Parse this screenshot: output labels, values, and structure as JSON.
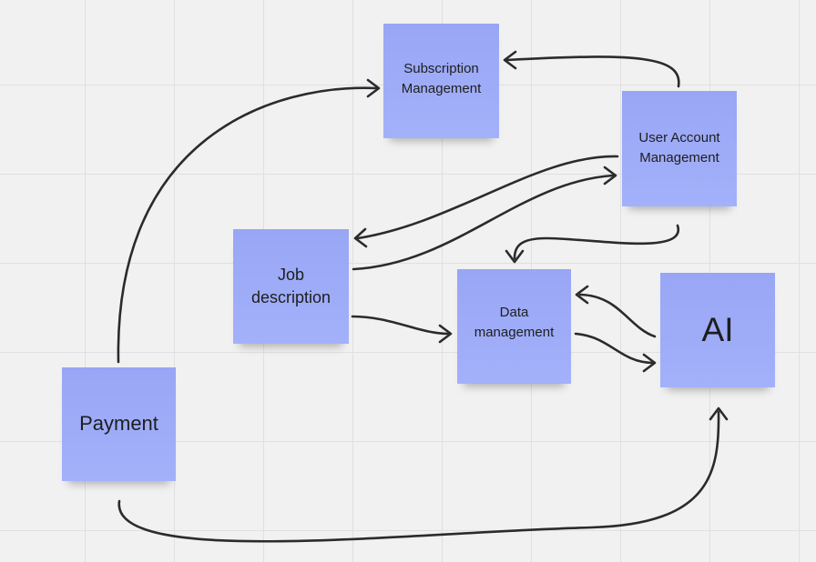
{
  "board": {
    "notes": {
      "subscription": {
        "text": "Subscription\nManagement"
      },
      "user_account": {
        "text": "User Account\nManagement"
      },
      "job_description": {
        "text": "Job\ndescription"
      },
      "data_management": {
        "text": "Data\nmanagement"
      },
      "ai": {
        "text": "AI"
      },
      "payment": {
        "text": "Payment"
      }
    },
    "note_color": "#9dabf8",
    "connector_color": "#2b2b2b",
    "grid_color": "#e0e0e0",
    "background_color": "#f1f1f1",
    "connectors": [
      {
        "from": "payment",
        "to": "subscription"
      },
      {
        "from": "user_account",
        "to": "subscription"
      },
      {
        "from": "user_account",
        "to": "job_description"
      },
      {
        "from": "job_description",
        "to": "user_account"
      },
      {
        "from": "user_account",
        "to": "data_management"
      },
      {
        "from": "job_description",
        "to": "data_management"
      },
      {
        "from": "ai",
        "to": "data_management"
      },
      {
        "from": "data_management",
        "to": "ai"
      },
      {
        "from": "payment",
        "to": "ai"
      }
    ]
  }
}
